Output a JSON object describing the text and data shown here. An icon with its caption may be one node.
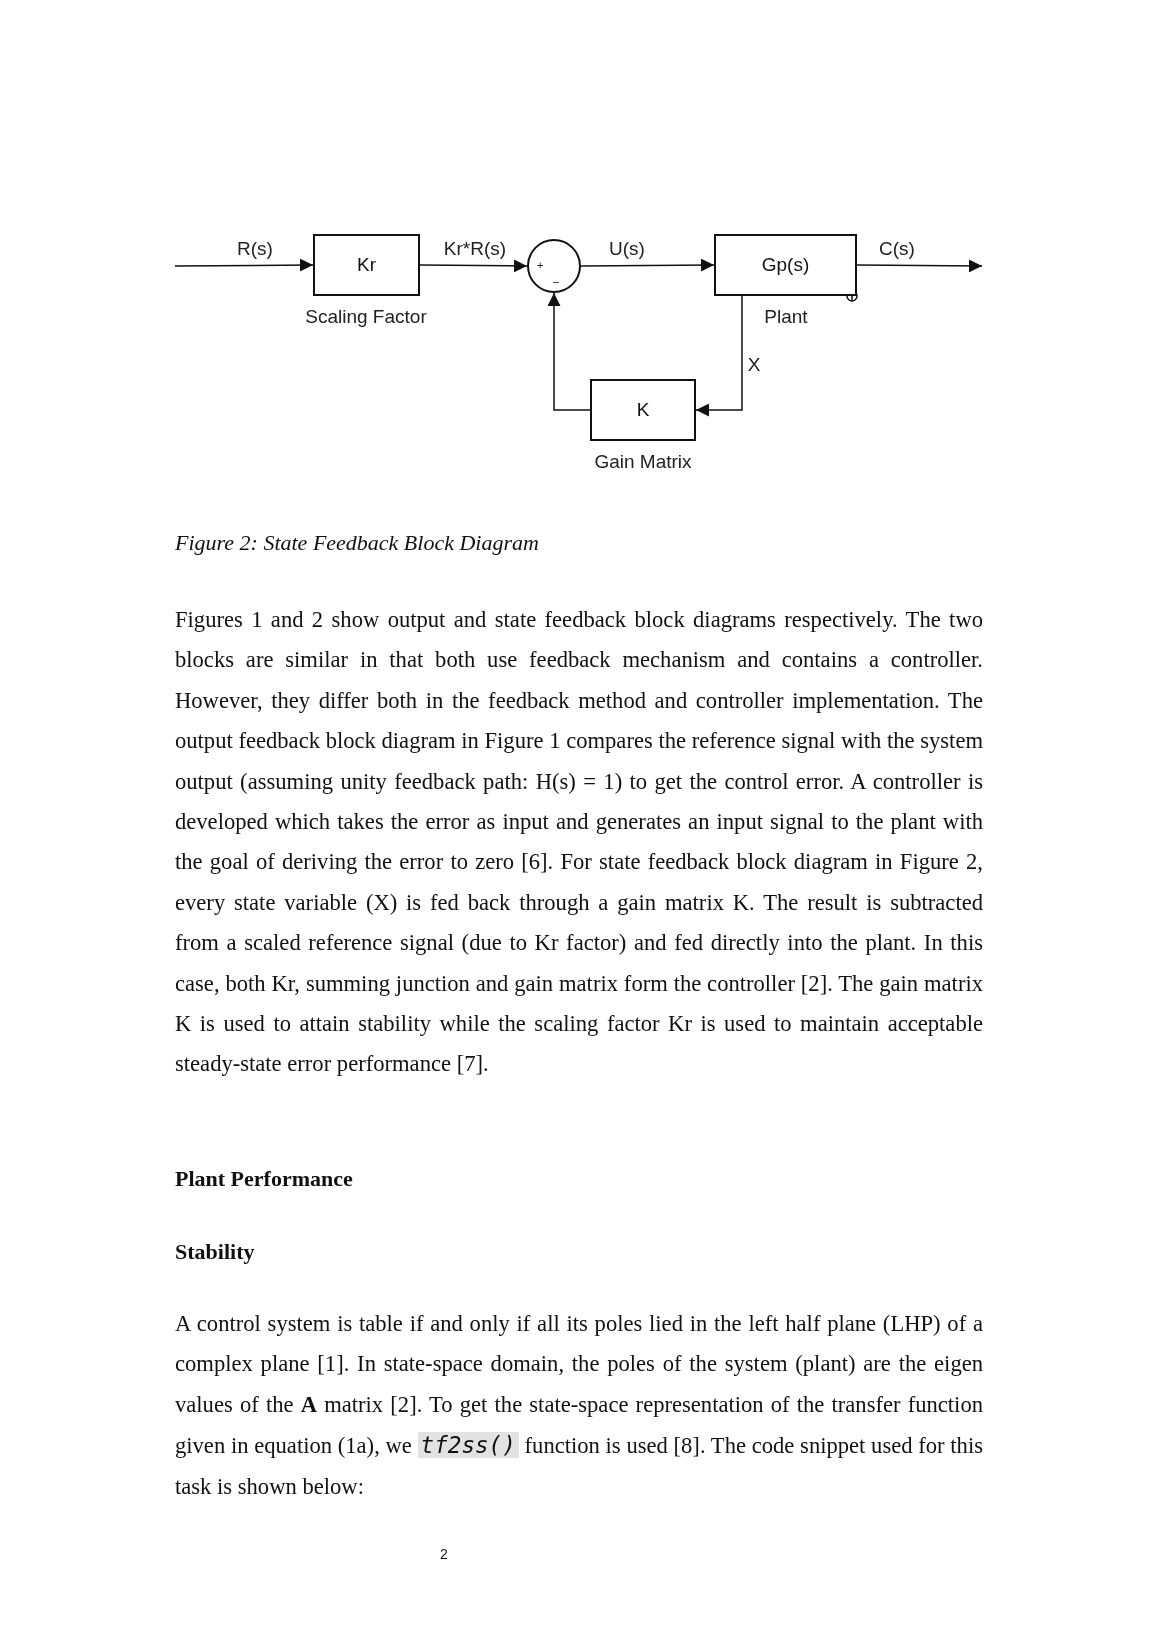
{
  "diagram": {
    "caption": "Figure 2: State Feedback Block Diagram",
    "nodes": [
      {
        "text": [
          "Kr"
        ],
        "beside": [
          "Scaling Factor"
        ]
      },
      {
        "text": [
          "+",
          "–"
        ]
      },
      {
        "text": [
          "Gp(s)"
        ],
        "beside": [
          "Plant"
        ]
      },
      {
        "text": [
          "K"
        ],
        "beside": [
          "Gain Matrix"
        ]
      }
    ],
    "edges": [
      {
        "from": null,
        "to": 0,
        "arrow": "to",
        "label": "R(s)"
      },
      {
        "from": 0,
        "to": 1,
        "arrow": "to",
        "label": "Kr*R(s)"
      },
      {
        "from": 1,
        "to": 2,
        "arrow": "to",
        "label": "U(s)"
      },
      {
        "from": 2,
        "to": null,
        "arrow": "to",
        "label": "C(s)"
      },
      {
        "from": 2,
        "to": 3,
        "arrow": "to",
        "label": "X"
      },
      {
        "from": 3,
        "to": 1,
        "arrow": "to"
      }
    ],
    "labels": [
      "Figures 1 and 2 show output and state feedback block diagrams respectively. The two blocks are similar in that both use feedback mechanism and contains a controller. However, they differ both in the feedback method and controller implementation. The output feedback block diagram in Figure 1 compares the reference signal with the system output (assuming unity feedback path: H(s) = 1) to get the control error. A controller is developed which takes the error as input and generates an input signal to the plant with the goal of deriving the error to zero [6]. For state feedback block diagram in Figure 2, every state variable (X) is fed back through a gain matrix K. The result is subtracted from a scaled reference signal (due to Kr factor) and fed directly into the plant. In this case, both Kr, summing junction and gain matrix form the controller [2]. The gain matrix K is used to attain stability while the scaling factor Kr is used to maintain acceptable steady-state error performance [7].",
      "Plant Performance",
      "Stability",
      "A control system is table if and only if all its poles lied in the left half plane (LHP) of a complex plane [1]. In state-space domain, the poles of the system (plant) are the eigen values of the **A** matrix [2]. To get the state-space representation of the transfer function given in equation (1a), we *tf2ss()* function is used [8]. The code snippet used for this task is shown below:",
      "2"
    ]
  }
}
